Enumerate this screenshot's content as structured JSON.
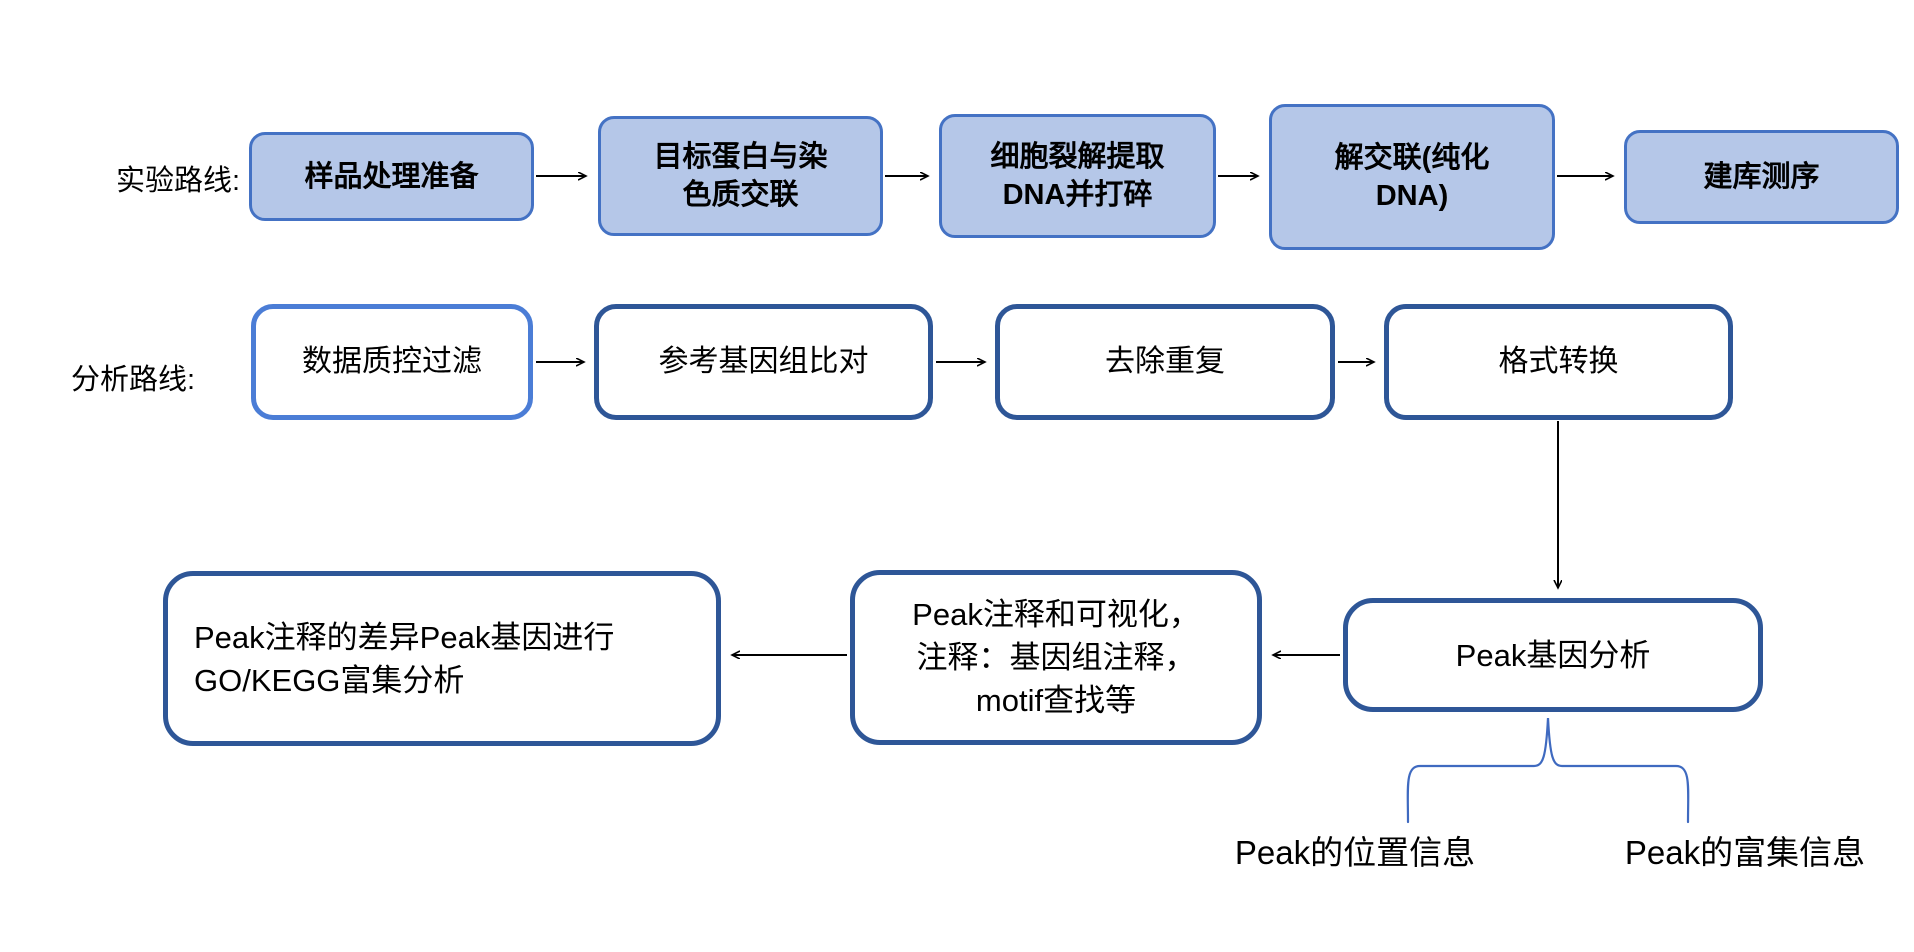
{
  "experiment_track": {
    "label": "实验路线:",
    "steps": [
      "样品处理准备",
      "目标蛋白与染\n色质交联",
      "细胞裂解提取\nDNA并打碎",
      "解交联(纯化\nDNA)",
      "建库测序"
    ]
  },
  "analysis_track": {
    "label": "分析路线:",
    "steps": [
      "数据质控过滤",
      "参考基因组比对",
      "去除重复",
      "格式转换"
    ]
  },
  "downstream_track": {
    "peak_analysis": "Peak基因分析",
    "peak_annotation": "Peak注释和可视化，\n注释：基因组注释，\nmotif查找等",
    "enrichment": "Peak注释的差异Peak基因进行\nGO/KEGG富集分析"
  },
  "peak_outputs": {
    "position": "Peak的位置信息",
    "enrichment": "Peak的富集信息"
  },
  "colors": {
    "experiment_fill": "#b5c7e8",
    "experiment_border": "#4472c4",
    "analysis_border_dark": "#2e5697",
    "analysis_border_light": "#4b7dd6",
    "arrow": "#000000",
    "brace": "#3f6ac0",
    "text": "#000000",
    "background": "#ffffff"
  }
}
